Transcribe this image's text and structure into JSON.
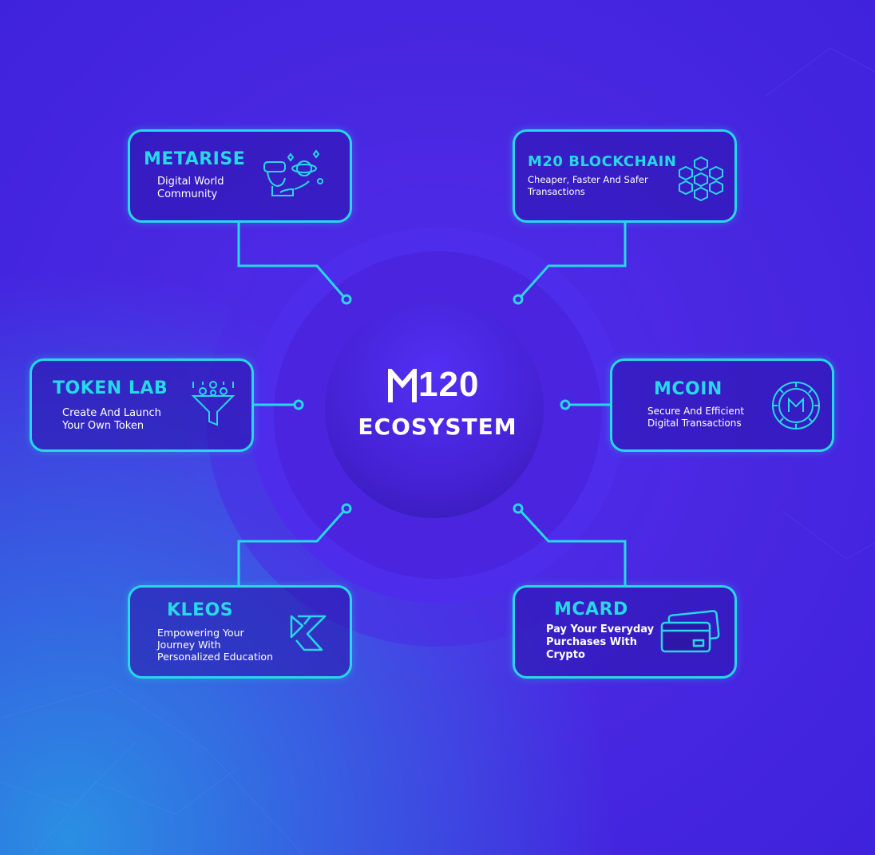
{
  "center": {
    "logo_text": "120",
    "label": "ECOSYSTEM"
  },
  "cards": {
    "metarise": {
      "title": "METARISE",
      "description": "Digital World\nCommunity",
      "icon": "vr-metaverse-icon"
    },
    "m20_blockchain": {
      "title": "M20 BLOCKCHAIN",
      "description": "Cheaper, Faster And Safer\nTransactions",
      "icon": "blockchain-cubes-icon"
    },
    "token_lab": {
      "title": "TOKEN LAB",
      "description": "Create And Launch\nYour Own Token",
      "icon": "funnel-tokens-icon"
    },
    "mcoin": {
      "title": "MCOIN",
      "description": "Secure And Efficient\nDigital Transactions",
      "icon": "m-coin-icon"
    },
    "kleos": {
      "title": "KLEOS",
      "description": "Empowering Your\nJourney With\nPersonalized Education",
      "icon": "kleos-logo-icon"
    },
    "mcard": {
      "title": "MCARD",
      "description": "Pay Your Everyday\nPurchases With\nCrypto",
      "icon": "credit-card-icon"
    }
  },
  "colors": {
    "accent": "#27d8e8",
    "background": "#4a28e2",
    "hub": "#4a22d8",
    "text": "#ffffff"
  }
}
